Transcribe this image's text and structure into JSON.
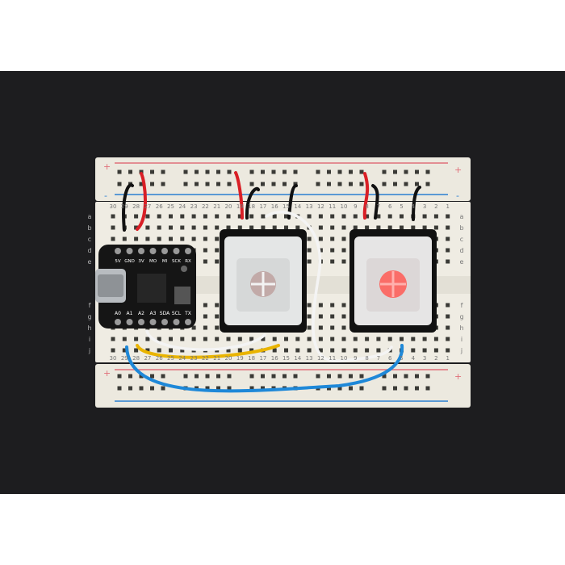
{
  "breadboard": {
    "column_numbers": [
      "30",
      "29",
      "28",
      "27",
      "26",
      "25",
      "24",
      "23",
      "22",
      "21",
      "20",
      "19",
      "18",
      "17",
      "16",
      "15",
      "14",
      "13",
      "12",
      "11",
      "10",
      "9",
      "8",
      "7",
      "6",
      "5",
      "4",
      "3",
      "2",
      "1"
    ],
    "rows_top": [
      "a",
      "b",
      "c",
      "d",
      "e"
    ],
    "rows_bottom": [
      "f",
      "g",
      "h",
      "i",
      "j"
    ],
    "rail_plus": "+",
    "rail_minus": "-"
  },
  "board": {
    "top_pins": [
      "5V",
      "GND",
      "3V",
      "MO",
      "MI",
      "SCK",
      "RX"
    ],
    "bottom_pins": [
      "A0",
      "A1",
      "A2",
      "A3",
      "SDA",
      "SCL",
      "TX"
    ]
  },
  "colors": {
    "background": "#1d1d1f",
    "breadboard": "#ece9df",
    "rail_red": "#e0707a",
    "rail_blue": "#2a7fd0",
    "wire_red": "#d91f26",
    "wire_black": "#111111",
    "wire_white": "#f4f4f4",
    "wire_yellow": "#e9b400",
    "wire_blue": "#1e88d8",
    "key_led_on": "#ff5a55"
  }
}
